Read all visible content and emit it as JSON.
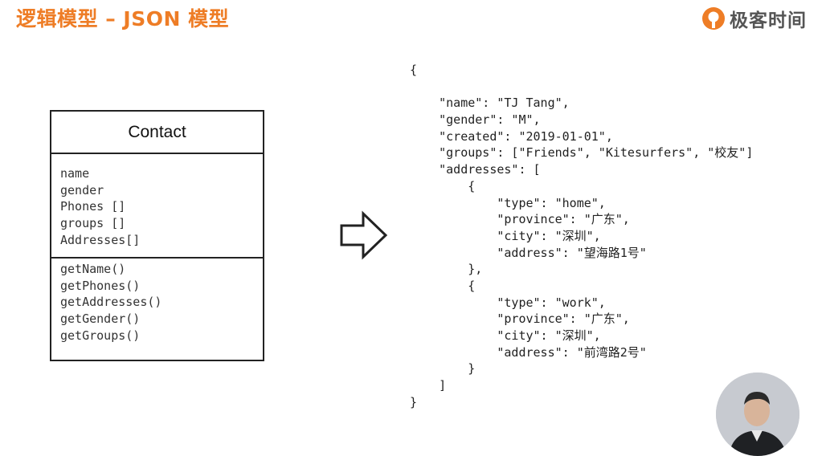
{
  "slide": {
    "title": "逻辑模型 – JSON 模型"
  },
  "brand": {
    "name": "极客时间",
    "logo_icon": "geektime-logo-icon",
    "color": "#ee7d26"
  },
  "uml_class": {
    "name": "Contact",
    "attributes": [
      "name",
      "gender",
      "Phones []",
      "groups []",
      "Addresses[]"
    ],
    "methods": [
      "getName()",
      "getPhones()",
      "getAddresses()",
      "getGender()",
      "getGroups()"
    ]
  },
  "arrow_icon": "right-arrow-outline-icon",
  "json_lines": [
    "{",
    "",
    "    \"name\": \"TJ Tang\",",
    "    \"gender\": \"M\",",
    "    \"created\": \"2019-01-01\",",
    "    \"groups\": [\"Friends\", \"Kitesurfers\", \"校友\"]",
    "    \"addresses\": [",
    "        {",
    "            \"type\": \"home\",",
    "            \"province\": \"广东\",",
    "            \"city\": \"深圳\",",
    "            \"address\": \"望海路1号\"",
    "        },",
    "        {",
    "            \"type\": \"work\",",
    "            \"province\": \"广东\",",
    "            \"city\": \"深圳\",",
    "            \"address\": \"前湾路2号\"",
    "        }",
    "    ]",
    "}"
  ]
}
